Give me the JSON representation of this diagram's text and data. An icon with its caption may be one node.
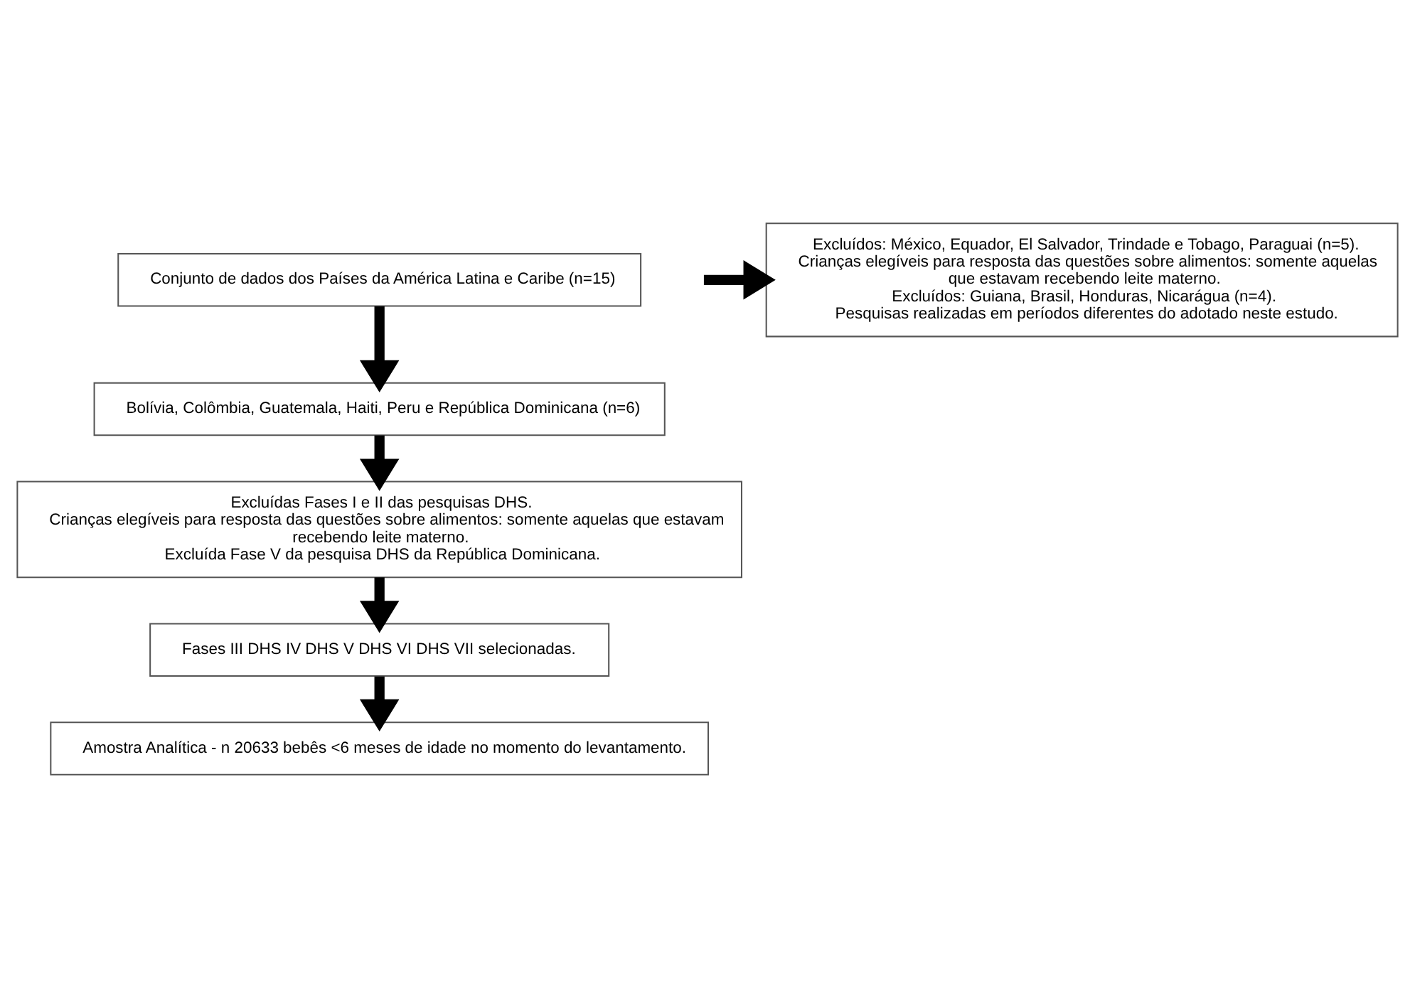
{
  "diagram": {
    "nodes": [
      {
        "text": [
          "Conjunto de dados dos Países da América Latina e Caribe (n=15)"
        ]
      },
      {
        "text": [
          "Excluídos: México, Equador, El Salvador, Trindade e Tobago, Paraguai (n=5).",
          "Crianças elegíveis para resposta das questões sobre alimentos: somente aquelas que estavam recebendo leite materno.",
          "Excluídos: Guiana, Brasil, Honduras, Nicarágua (n=4).",
          "Pesquisas realizadas em períodos diferentes do adotado neste estudo."
        ]
      },
      {
        "text": [
          "Bolívia, Colômbia, Guatemala, Haiti, Peru e República Dominicana (n=6)"
        ]
      },
      {
        "text": [
          "Excluídas Fases I e II das pesquisas DHS.",
          "Crianças elegíveis para resposta das questões sobre alimentos: somente aquelas que estavam recebendo leite materno.",
          "Excluída Fase V da pesquisa DHS da República Dominicana."
        ]
      },
      {
        "text": [
          "Fases III DHS IV DHS V DHS VI DHS VII selecionadas."
        ]
      },
      {
        "text": [
          "Amostra Analítica - n 20633 bebês <6 meses de idade no momento do levantamento."
        ]
      }
    ],
    "edges": [
      {
        "from": 0,
        "to": 2,
        "arrow": "to"
      },
      {
        "from": null,
        "to": 1,
        "arrow": "to"
      },
      {
        "from": 2,
        "to": 3,
        "arrow": "to"
      },
      {
        "from": 3,
        "to": 4,
        "arrow": "to"
      },
      {
        "from": 4,
        "to": 5,
        "arrow": "to"
      }
    ]
  }
}
